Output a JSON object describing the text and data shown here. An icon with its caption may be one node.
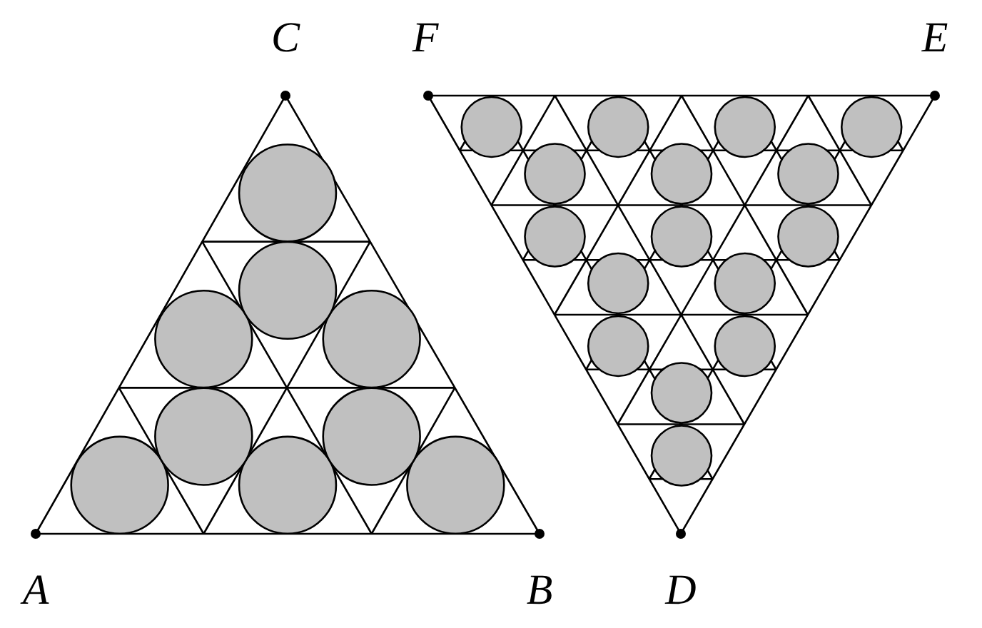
{
  "diagram": {
    "labels": [
      "C",
      "F",
      "E",
      "A",
      "B",
      "D"
    ]
  }
}
